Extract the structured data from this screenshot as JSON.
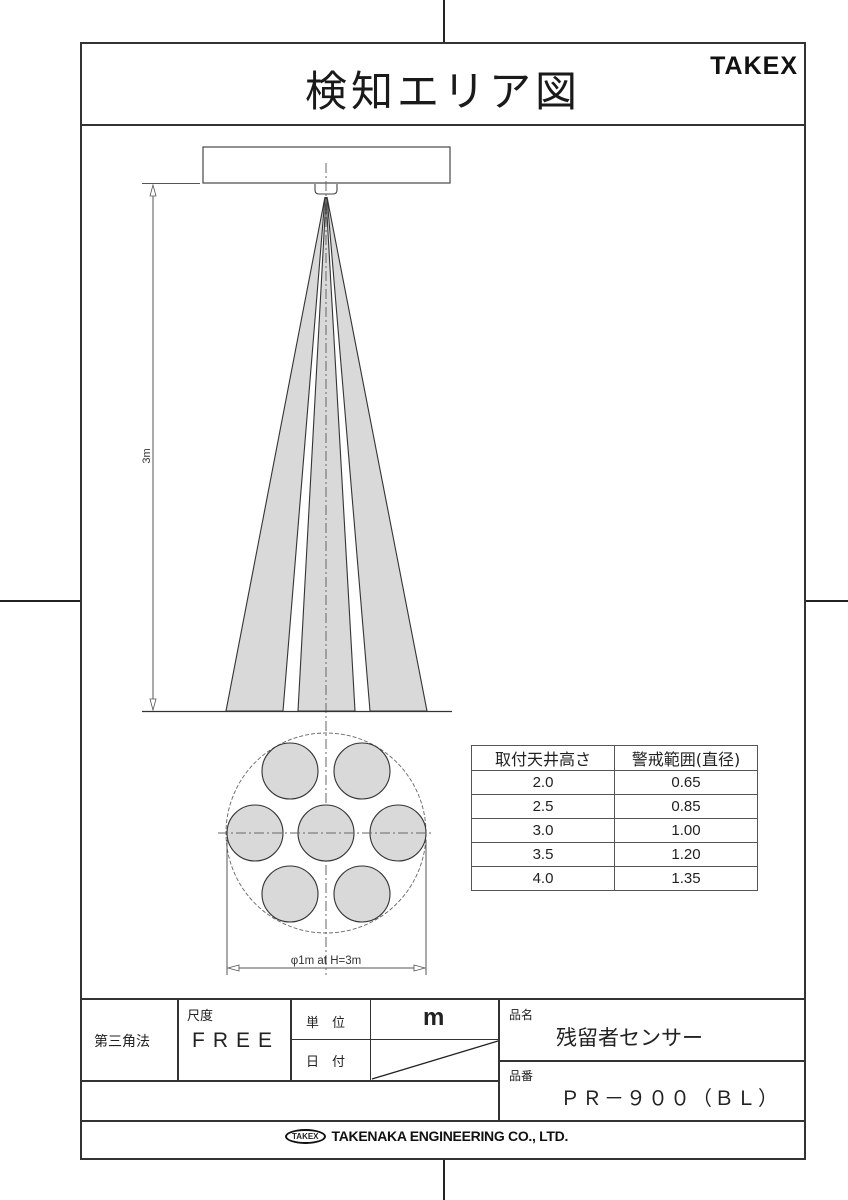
{
  "header": {
    "title": "検知エリア図",
    "brand": "TAKEX"
  },
  "diagram": {
    "height_dimension_label": "3m",
    "diameter_label": "φ1m at H=3m",
    "fill_color": "#d9d9d9",
    "line_color": "#333333"
  },
  "spec_table": {
    "headers": [
      "取付天井高さ",
      "警戒範囲(直径)"
    ],
    "rows": [
      [
        "2.0",
        "0.65"
      ],
      [
        "2.5",
        "0.85"
      ],
      [
        "3.0",
        "1.00"
      ],
      [
        "3.5",
        "1.20"
      ],
      [
        "4.0",
        "1.35"
      ]
    ]
  },
  "title_block": {
    "projection": "第三角法",
    "scale_label": "尺度",
    "scale_value": "FREE",
    "unit_label": "単　位",
    "unit_value": "m",
    "date_label": "日　付",
    "product_name_label": "品名",
    "product_name": "残留者センサー",
    "product_no_label": "品番",
    "product_no": "ＰＲ－９００（ＢＬ）",
    "company_logo": "TAKEX",
    "company": "TAKENAKA ENGINEERING CO., LTD."
  }
}
